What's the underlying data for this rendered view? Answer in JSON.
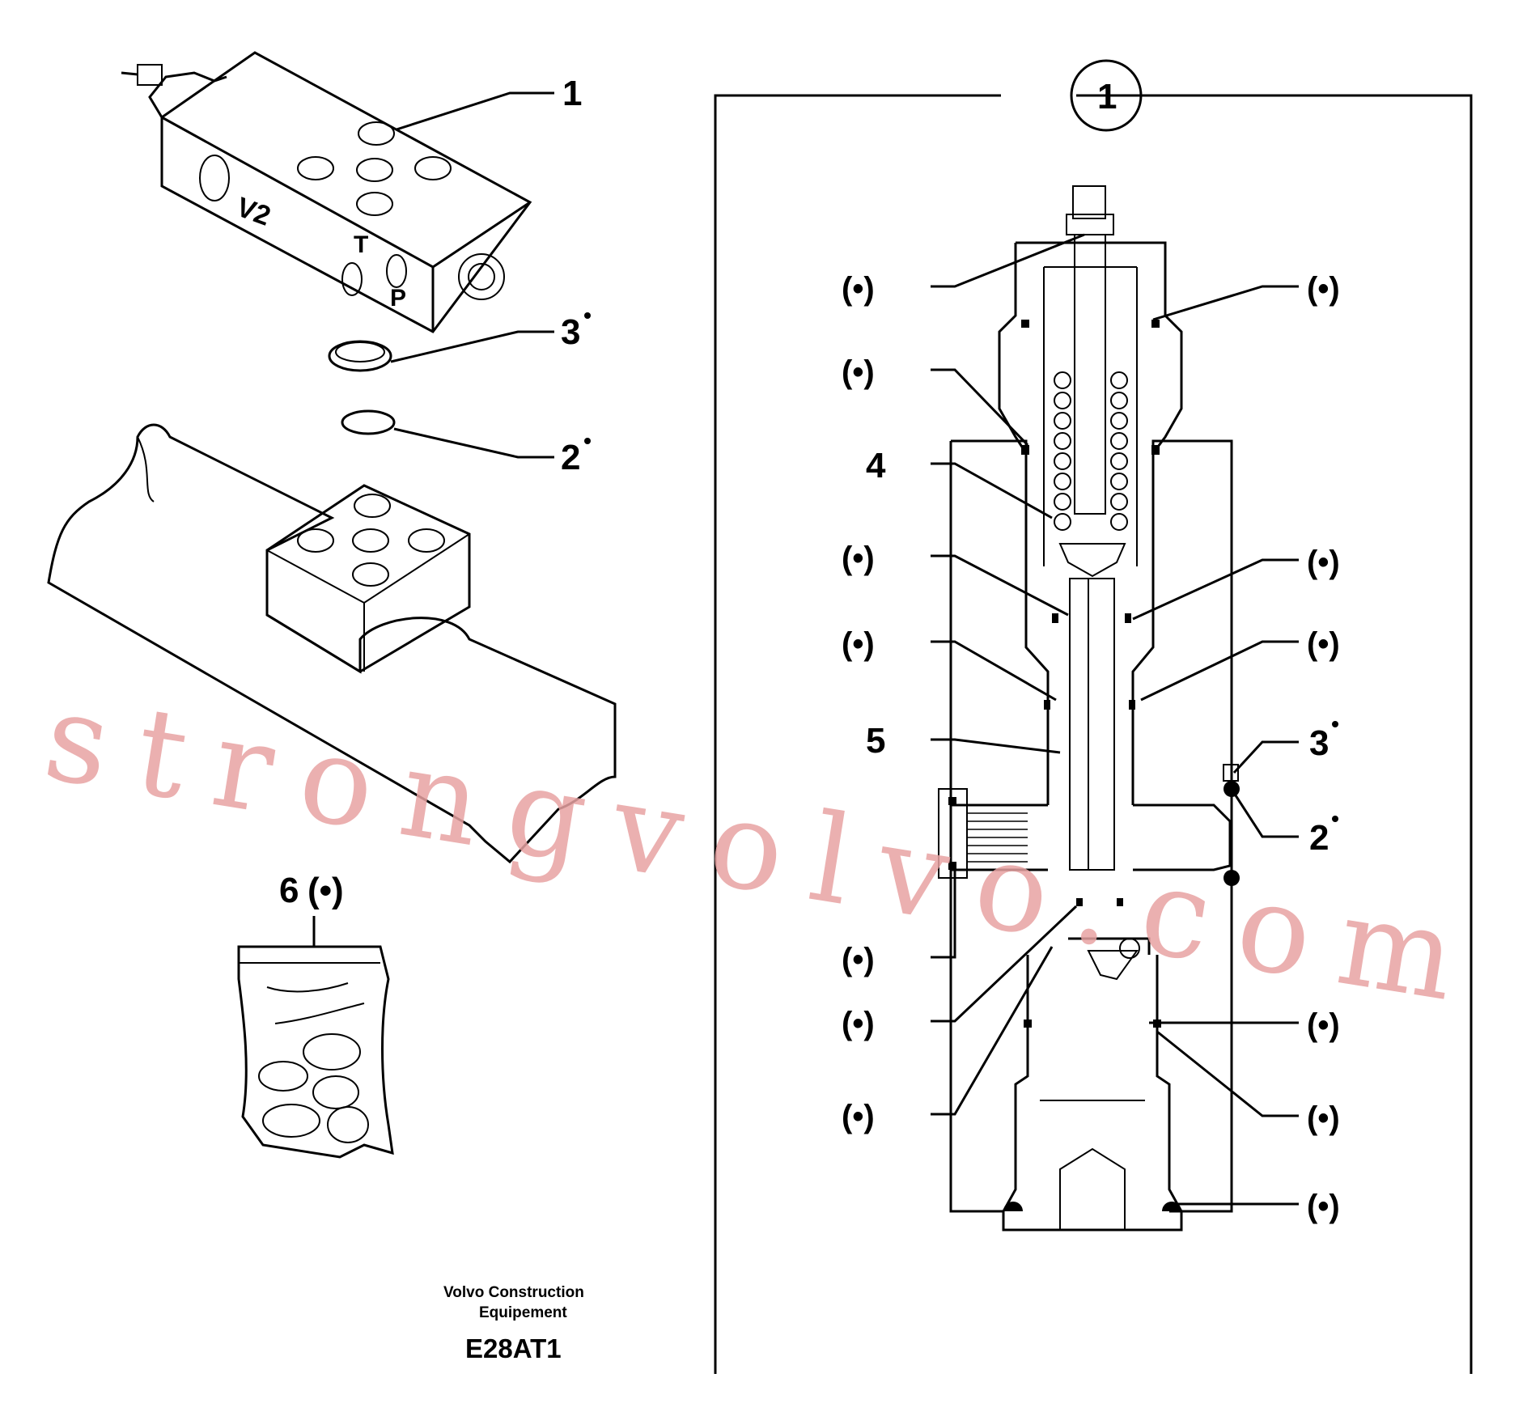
{
  "callouts_left": {
    "c1": "1",
    "c3": "3",
    "c2": "2",
    "c6": "6",
    "c6_paren": "(•)",
    "port_v2": "V2",
    "port_t": "T",
    "port_p": "P"
  },
  "detail": {
    "circle_label": "1",
    "left_labels": [
      "(•)",
      "(•)",
      "4",
      "(•)",
      "(•)",
      "5",
      "(•)",
      "(•)",
      "(•)"
    ],
    "right_labels": [
      "(•)",
      "(•)",
      "(•)",
      "3",
      "2",
      "(•)",
      "(•)",
      "(•)"
    ],
    "star": "•"
  },
  "footer": {
    "company_line1": "Volvo Construction",
    "company_line2": "Equipement",
    "drawing_code": "E28AT1"
  },
  "watermark": "strongvolvo.com"
}
